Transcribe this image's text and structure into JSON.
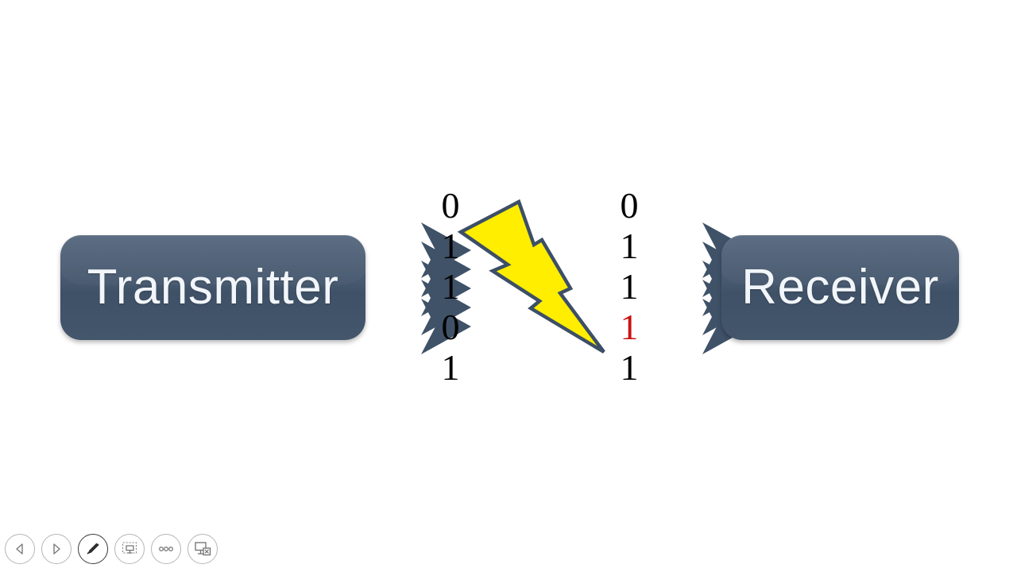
{
  "slide": {
    "title": "Transmitter Receiver Bit Error Diagram",
    "background_color": "#ffffff"
  },
  "nodes": {
    "transmitter": {
      "label": "Transmitter",
      "fill_color": "#44566e",
      "text_color": "#f2f6fa"
    },
    "receiver": {
      "label": "Receiver",
      "fill_color": "#44566e",
      "text_color": "#f2f6fa"
    }
  },
  "transmitted_bits": {
    "name": "transmitted-bit-stream",
    "values": [
      "0",
      "1",
      "1",
      "0",
      "1"
    ],
    "color": "#000000"
  },
  "received_bits": {
    "name": "received-bit-stream",
    "values": [
      "0",
      "1",
      "1",
      "1",
      "1"
    ],
    "color": "#000000",
    "error_color": "#cc1111",
    "error_index": 3
  },
  "noise": {
    "label": "lightning-bolt",
    "fill_color": "#ffee00",
    "stroke_color": "#3d4f66"
  },
  "arrows": {
    "count": 5,
    "color": "#3f5268",
    "transmitter_side_name": "transmitter-output-arrows",
    "receiver_side_name": "receiver-input-arrows"
  },
  "toolbar": {
    "buttons": [
      {
        "name": "previous-slide-button",
        "icon": "triangle-left-icon",
        "label": "Previous"
      },
      {
        "name": "next-slide-button",
        "icon": "triangle-right-icon",
        "label": "Next"
      },
      {
        "name": "pen-tool-button",
        "icon": "pen-icon",
        "label": "Pen",
        "active": true
      },
      {
        "name": "slide-zoom-button",
        "icon": "slide-zoom-icon",
        "label": "Zoom into slide"
      },
      {
        "name": "more-options-button",
        "icon": "ellipsis-icon",
        "label": "More options"
      },
      {
        "name": "end-show-button",
        "icon": "end-show-icon",
        "label": "End show"
      }
    ]
  }
}
